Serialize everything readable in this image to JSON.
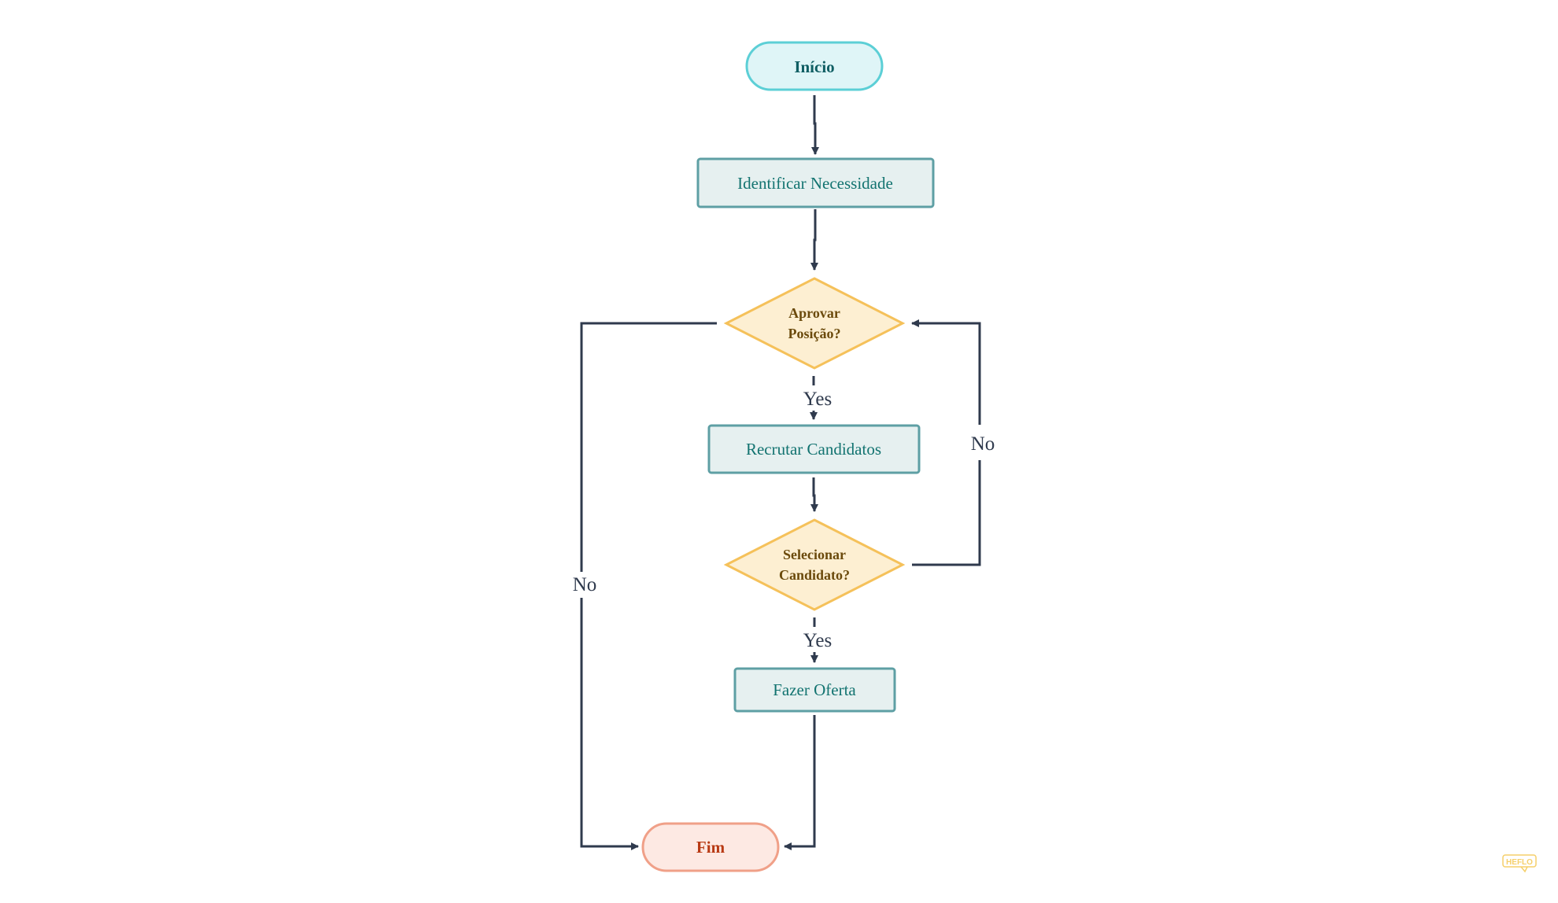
{
  "diagram": {
    "nodes": {
      "start": {
        "label": "Início",
        "shape": "terminator",
        "fill": "#dff5f7",
        "stroke": "#5ccfd6",
        "text_color": "#0f5e63"
      },
      "identify": {
        "label": "Identificar Necessidade",
        "shape": "process",
        "fill": "#e6f0f0",
        "stroke": "#5e9fa4",
        "text_color": "#127370"
      },
      "approve": {
        "label_line1": "Aprovar",
        "label_line2": "Posição?",
        "shape": "decision",
        "fill": "#fdefd2",
        "stroke": "#f5c15a",
        "text_color": "#6b4a0c"
      },
      "recruit": {
        "label": "Recrutar Candidatos",
        "shape": "process",
        "fill": "#e6f0f0",
        "stroke": "#5e9fa4",
        "text_color": "#127370"
      },
      "select": {
        "label_line1": "Selecionar",
        "label_line2": "Candidato?",
        "shape": "decision",
        "fill": "#fdefd2",
        "stroke": "#f5c15a",
        "text_color": "#6b4a0c"
      },
      "offer": {
        "label": "Fazer Oferta",
        "shape": "process",
        "fill": "#e6f0f0",
        "stroke": "#5e9fa4",
        "text_color": "#127370"
      },
      "end": {
        "label": "Fim",
        "shape": "terminator",
        "fill": "#fde9e3",
        "stroke": "#f0a088",
        "text_color": "#b83a14"
      }
    },
    "edges": {
      "approve_yes": {
        "label": "Yes"
      },
      "select_yes": {
        "label": "Yes"
      },
      "select_no": {
        "label": "No"
      },
      "approve_no": {
        "label": "No"
      }
    },
    "edge_color": "#2f3a4d",
    "watermark": {
      "text": "HEFLO",
      "color": "#f5cf6a"
    }
  }
}
